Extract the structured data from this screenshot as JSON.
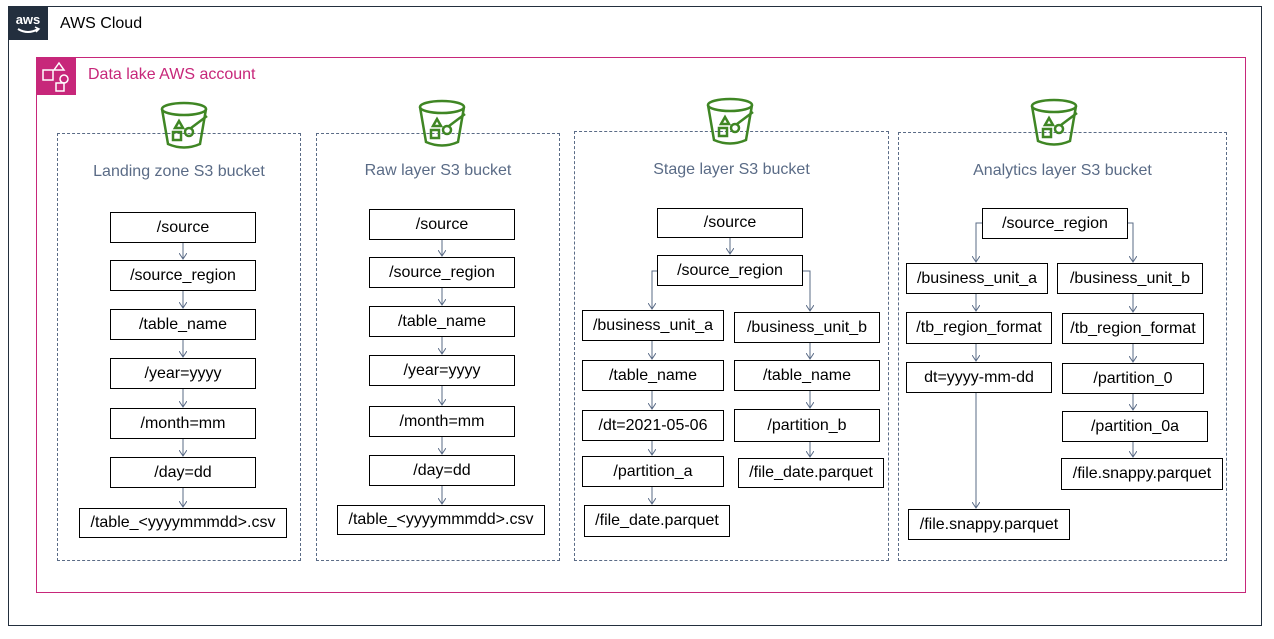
{
  "cloud": {
    "title": "AWS Cloud",
    "logo_icon": "aws-logo-icon",
    "border_color": "#232f3e"
  },
  "account": {
    "title": "Data lake AWS account",
    "icon": "account-icon",
    "accent_color": "#c7277a"
  },
  "bucket_icon": {
    "name": "s3-bucket-icon",
    "color": "#3f8624"
  },
  "buckets": {
    "landing": {
      "title": "Landing zone S3 bucket",
      "nodes": [
        "/source",
        "/source_region",
        "/table_name",
        "/year=yyyy",
        "/month=mm",
        "/day=dd",
        "/table_<yyyymmmdd>.csv"
      ]
    },
    "raw": {
      "title": "Raw layer S3 bucket",
      "nodes": [
        "/source",
        "/source_region",
        "/table_name",
        "/year=yyyy",
        "/month=mm",
        "/day=dd",
        "/table_<yyyymmmdd>.csv"
      ]
    },
    "stage": {
      "title": "Stage layer S3 bucket",
      "nodes": [
        "/source",
        "/source_region",
        "/business_unit_a",
        "/table_name",
        "/dt=2021-05-06",
        "/partition_a",
        "/file_date.parquet",
        "/business_unit_b",
        "/table_name",
        "/partition_b",
        "/file_date.parquet"
      ]
    },
    "analytics": {
      "title": "Analytics layer S3 bucket",
      "nodes": [
        "/source_region",
        "/business_unit_a",
        "/tb_region_format",
        "dt=yyyy-mm-dd",
        "/file.snappy.parquet",
        "/business_unit_b",
        "/tb_region_format",
        "/partition_0",
        "/partition_0a",
        "/file.snappy.parquet"
      ]
    }
  }
}
